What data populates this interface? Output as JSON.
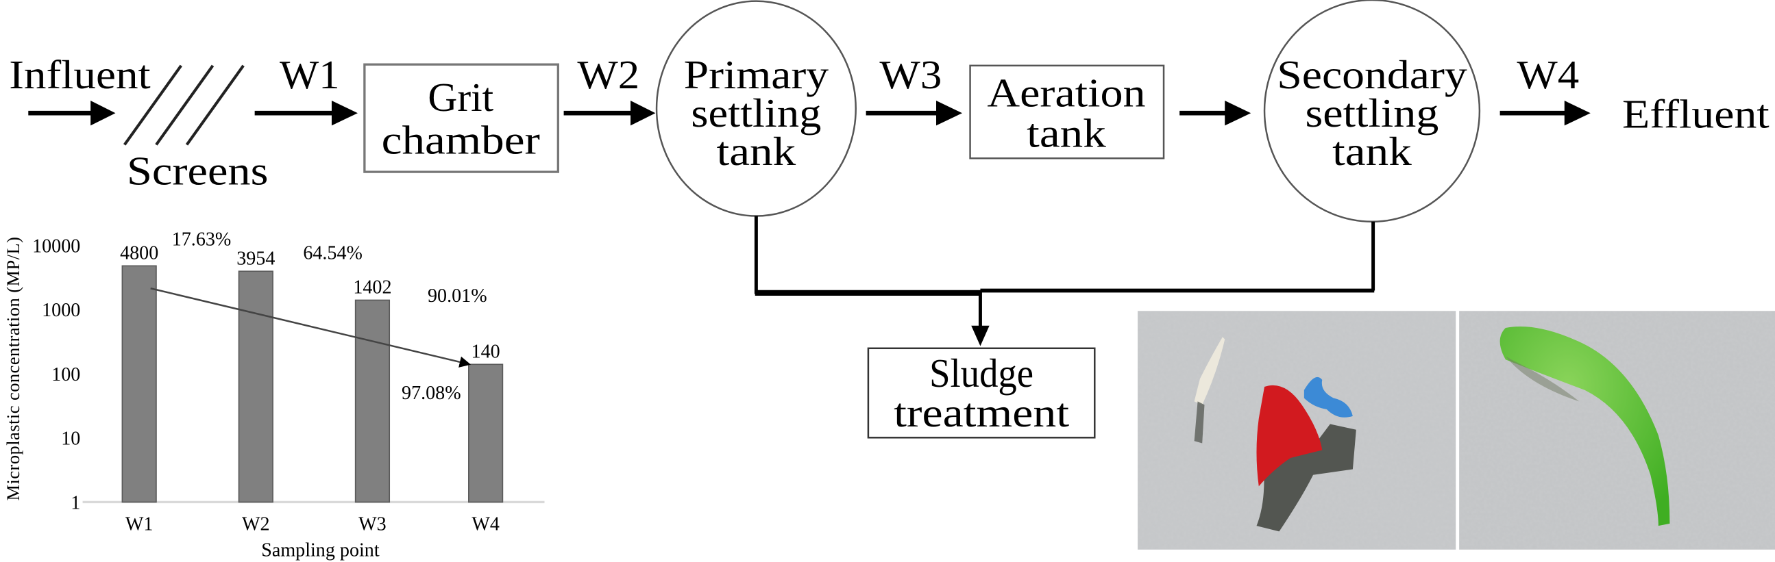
{
  "flow": {
    "influent": "Influent",
    "screens": "Screens",
    "w1": "W1",
    "grit_chamber": [
      "Grit",
      "chamber"
    ],
    "w2": "W2",
    "primary_settling_tank": [
      "Primary",
      "settling",
      "tank"
    ],
    "w3": "W3",
    "aeration_tank": [
      "Aeration",
      "tank"
    ],
    "secondary_settling_tank": [
      "Secondary",
      "settling",
      "tank"
    ],
    "w4": "W4",
    "effluent": "Effluent",
    "sludge_treatment": [
      "Sludge",
      "treatment"
    ]
  },
  "photos": {
    "left": {
      "description": "white, red and blue microplastic fragments on grey filter"
    },
    "right": {
      "description": "green microplastic fiber on grey filter"
    }
  },
  "chart_data": {
    "type": "bar",
    "title": "",
    "xlabel": "Sampling point",
    "ylabel": "Microplastic concentration (MP/L)",
    "yscale": "log",
    "ylim": [
      1,
      10000
    ],
    "yticks": [
      "1",
      "10",
      "100",
      "1000",
      "10000"
    ],
    "categories": [
      "W1",
      "W2",
      "W3",
      "W4"
    ],
    "values": [
      4800,
      3954,
      1402,
      140
    ],
    "value_labels": [
      "4800",
      "3954",
      "1402",
      "140"
    ],
    "bar_color": "#808080",
    "removal_rates": [
      "17.63%",
      "64.54%",
      "90.01%",
      "97.08%"
    ],
    "trend_arrow": {
      "from": "W1",
      "to": "W4"
    },
    "grid": false,
    "legend": "none"
  }
}
